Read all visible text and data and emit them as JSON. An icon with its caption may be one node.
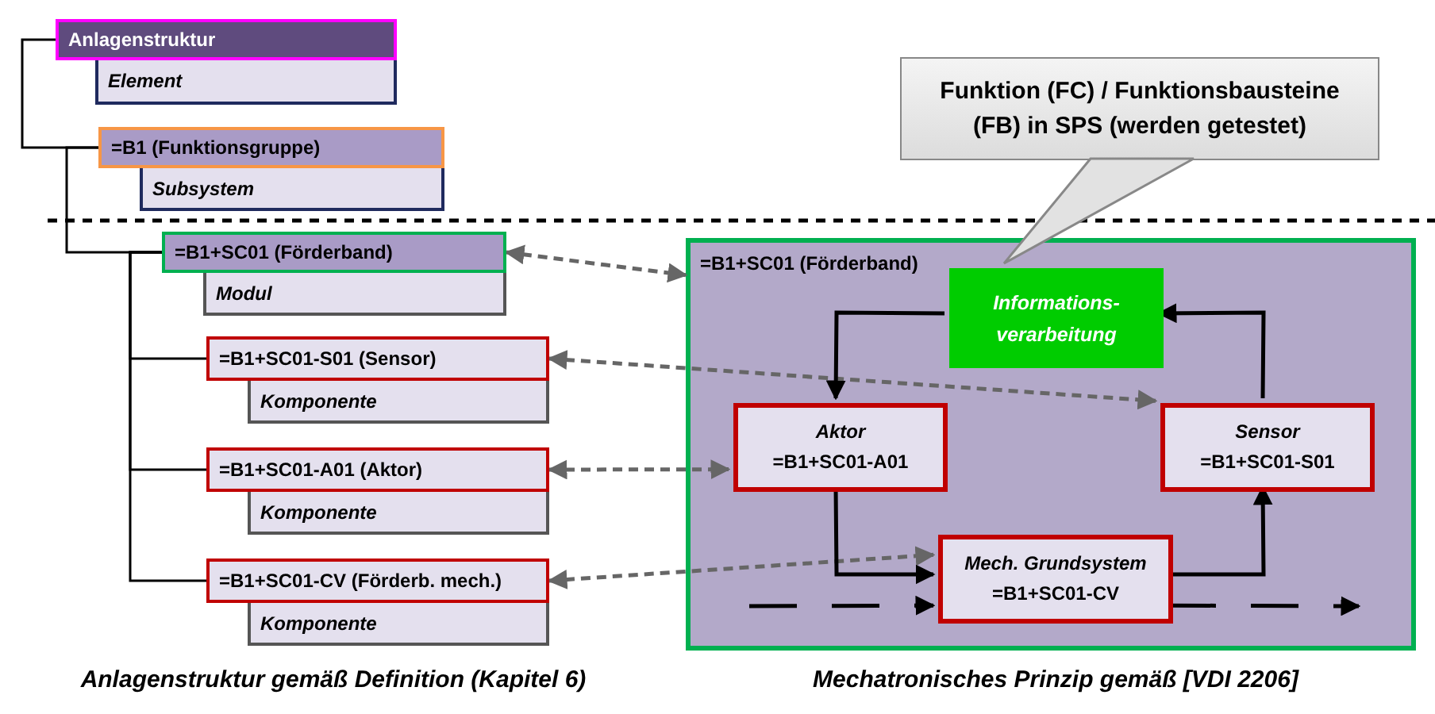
{
  "diagram": {
    "nodes": [
      {
        "text": [
          "Anlagenstruktur",
          "Element"
        ]
      },
      {
        "text": [
          "=B1 (Funktionsgruppe)",
          "Subsystem"
        ]
      },
      {
        "text": [
          "=B1+SC01 (Förderband)",
          "Modul"
        ]
      },
      {
        "text": [
          "=B1+SC01-S01 (Sensor)",
          "Komponente"
        ]
      },
      {
        "text": [
          "=B1+SC01-A01 (Aktor)",
          "Komponente"
        ]
      },
      {
        "text": [
          "=B1+SC01-CV (Förderb. mech.)",
          "Komponente"
        ]
      },
      {
        "text": [
          "Funktion (FC) / Funktionsbausteine (FB) in SPS (werden getestet)"
        ]
      },
      {
        "text": [
          "=B1+SC01 (Förderband)"
        ]
      },
      {
        "text": [
          "Informations- verarbeitung"
        ],
        "in": 7
      },
      {
        "text": [
          "Aktor",
          "=B1+SC01-A01"
        ],
        "in": 7
      },
      {
        "text": [
          "Sensor",
          "=B1+SC01-S01"
        ],
        "in": 7
      },
      {
        "text": [
          "Mech. Grundsystem",
          "=B1+SC01-CV"
        ],
        "in": 7
      }
    ],
    "edges": [
      {
        "from": 0,
        "to": 1,
        "arrow": "none"
      },
      {
        "from": 1,
        "to": 2,
        "arrow": "none"
      },
      {
        "from": 2,
        "to": 3,
        "arrow": "none"
      },
      {
        "from": 2,
        "to": 4,
        "arrow": "none"
      },
      {
        "from": 2,
        "to": 5,
        "arrow": "none"
      },
      {
        "from": 2,
        "to": 7,
        "arrow": "both",
        "style": "dashed",
        "color": "#666666"
      },
      {
        "from": 3,
        "to": 10,
        "arrow": "both",
        "style": "dashed",
        "color": "#666666"
      },
      {
        "from": 4,
        "to": 9,
        "arrow": "both",
        "style": "dashed",
        "color": "#666666"
      },
      {
        "from": 5,
        "to": 11,
        "arrow": "both",
        "style": "dashed",
        "color": "#666666"
      },
      {
        "from": 8,
        "to": 9,
        "arrow": "to"
      },
      {
        "from": 9,
        "to": 11,
        "arrow": "to"
      },
      {
        "from": 11,
        "to": 10,
        "arrow": "to"
      },
      {
        "from": 10,
        "to": 8,
        "arrow": "to"
      },
      {
        "from": null,
        "to": 11,
        "arrow": "to",
        "style": "dashed"
      },
      {
        "from": 11,
        "to": null,
        "arrow": "to",
        "style": "dashed"
      },
      {
        "from": 6,
        "to": 8,
        "arrow": "none"
      }
    ],
    "labels": [
      "Anlagenstruktur gemäß Definition (Kapitel 6)",
      "Mechatronisches Prinzip gemäß [VDI 2206]"
    ]
  }
}
